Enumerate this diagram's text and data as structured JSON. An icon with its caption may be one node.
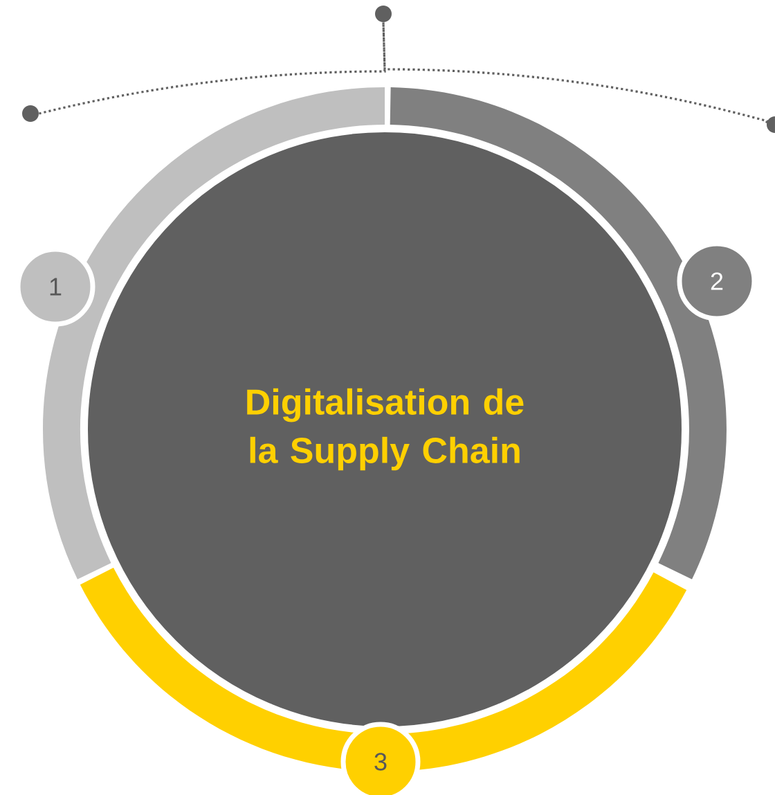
{
  "diagram": {
    "nodes": [
      {
        "text": [],
        "shape": "circle"
      },
      {
        "text": [],
        "shape": "circle"
      },
      {
        "text": [],
        "shape": "circle"
      },
      {
        "text": [
          "1"
        ]
      },
      {
        "text": [
          "2"
        ]
      },
      {
        "text": [
          "Digitalisation de la Supply Chain"
        ]
      },
      {
        "text": [
          "3"
        ]
      }
    ],
    "edges": [
      {
        "from": 1,
        "to": 0,
        "arrow": "none"
      },
      {
        "from": 0,
        "to": 2,
        "arrow": "none"
      }
    ]
  }
}
